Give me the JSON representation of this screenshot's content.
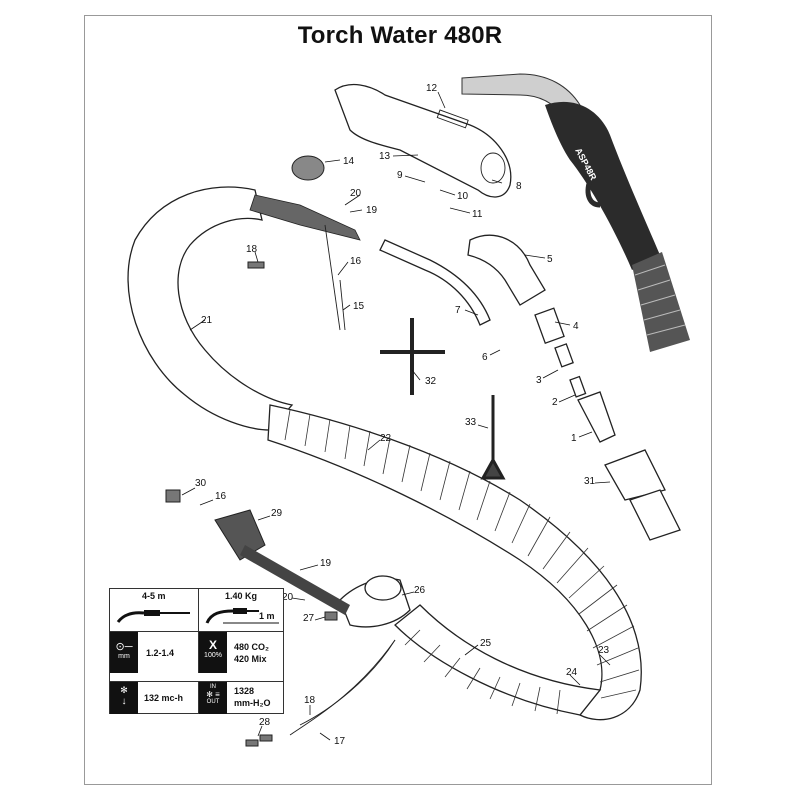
{
  "title": "Torch Water 480R",
  "brand_mark": "ASP48R",
  "part_labels": [
    "1",
    "2",
    "3",
    "4",
    "5",
    "6",
    "7",
    "8",
    "9",
    "10",
    "11",
    "12",
    "13",
    "14",
    "15",
    "16",
    "16",
    "17",
    "18",
    "18",
    "19",
    "19",
    "20",
    "20",
    "21",
    "22",
    "23",
    "24",
    "25",
    "26",
    "27",
    "28",
    "29",
    "30",
    "31",
    "32",
    "33"
  ],
  "spec": {
    "cable_length": "4-5 m",
    "weight": "1.40 Kg",
    "weight_per": "1 m",
    "wire_icon_unit": "mm",
    "wire_range": "1.2-1.4",
    "duty_icon_x": "X",
    "duty_icon_pct": "100%",
    "duty_co2": "480 CO₂",
    "duty_mix": "420 Mix",
    "flow": "132 mc-h",
    "pressure_in": "IN",
    "pressure_out": "OUT",
    "pressure_value": "1328",
    "pressure_unit": "mm-H₂O"
  },
  "colors": {
    "ink": "#111111",
    "handle": "#2b2b2b",
    "hose_fill": "#f2f2f2"
  }
}
